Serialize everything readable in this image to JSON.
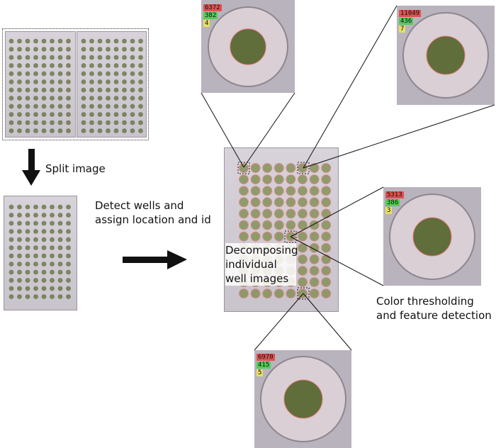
{
  "labels": {
    "split_image": "Split image",
    "detect_wells": "Detect wells and assign location and id",
    "decomposing": "Decomposing individual well images",
    "color_thresholding": "Color thresholding and feature detection"
  },
  "wells": [
    {
      "id": "top-center",
      "values": [
        "6372",
        "382",
        "4"
      ]
    },
    {
      "id": "top-right",
      "values": [
        "11049",
        "436",
        "7"
      ]
    },
    {
      "id": "middle-right",
      "values": [
        "5313",
        "386",
        "3"
      ]
    },
    {
      "id": "bottom-center",
      "values": [
        "6970",
        "415",
        "5"
      ]
    }
  ],
  "colors": {
    "badge_red": "#e05050",
    "badge_green": "#55cc55",
    "badge_yellow": "#e6e060",
    "plant": "#5f6e3a",
    "well_outline": "#e07a7a"
  }
}
